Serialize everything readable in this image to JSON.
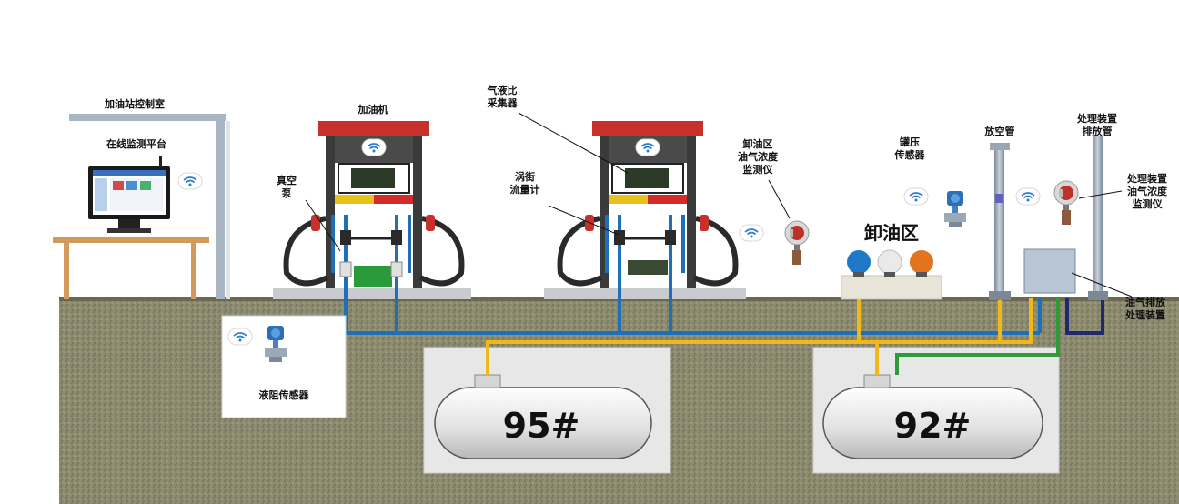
{
  "labels": {
    "control_room": "加油站控制室",
    "monitor_platform": "在线监测平台",
    "dispenser": "加油机",
    "vapor_liquid_ratio": "气液比\n采集器",
    "vacuum_pump": "真空\n泵",
    "turbine_flowmeter": "涡街\n流量计",
    "unload_conc_monitor": "卸油区\n油气浓度\n监测仪",
    "tank_pressure_sensor": "罐压\n传感器",
    "vent_pipe": "放空管",
    "treatment_exhaust": "处理装置\n排放管",
    "treatment_conc_monitor": "处理装置\n油气浓度\n监测仪",
    "unload_area": "卸油区",
    "vapor_treatment": "油气排放\n处理装置",
    "liquid_resistance_sensor": "液阻传感器",
    "tank_95": "95#",
    "tank_92": "92#"
  },
  "colors": {
    "ground": "#8c8a6e",
    "tank_pit": "#e8e8e8",
    "blue_pipe": "#1f6fb8",
    "yellow_pipe": "#f2b81a",
    "green_pipe": "#2e9a3a",
    "navy_pipe": "#1e2a6e",
    "dispenser_red": "#c8302c",
    "dispenser_body": "#3a3a3a",
    "gray_pipe": "#9aa6b2",
    "wifi_blue": "#2a7bd4"
  }
}
